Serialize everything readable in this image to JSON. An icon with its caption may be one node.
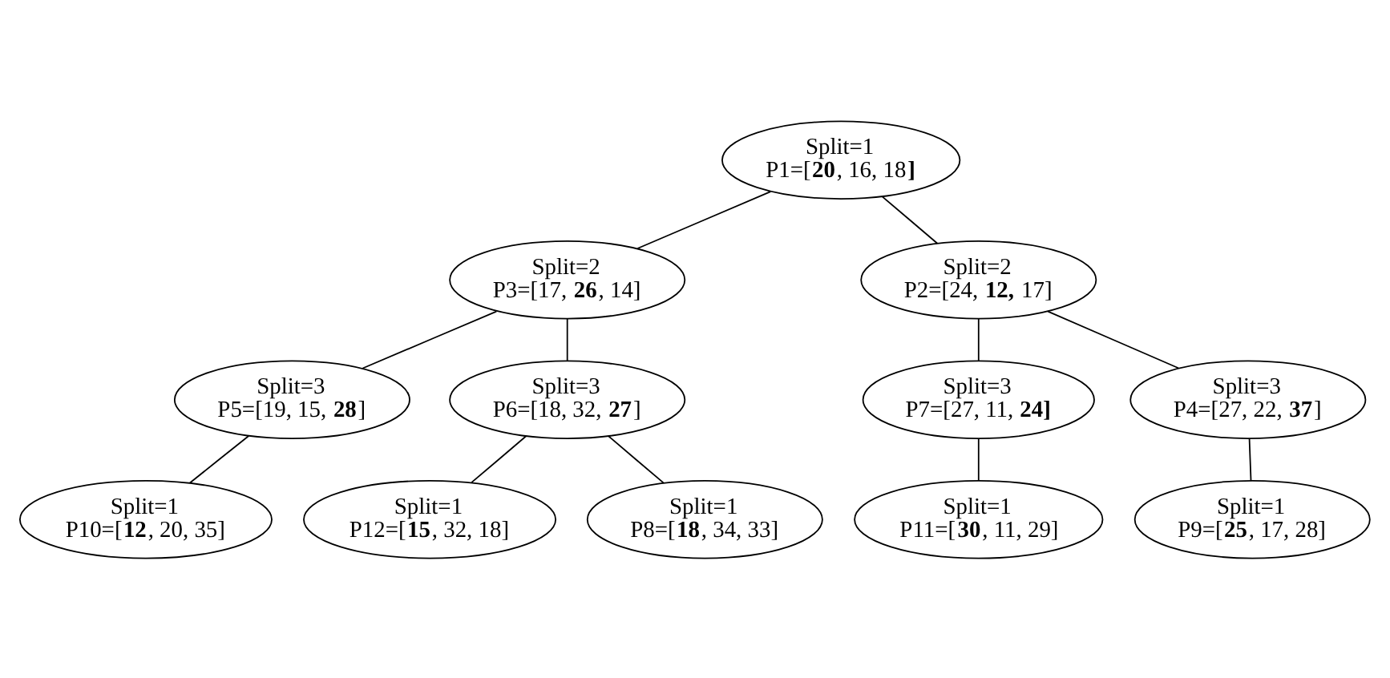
{
  "diagram": {
    "nodes": [
      {
        "text": [
          "Split=1",
          "P1=[**20**, 16, 18**]**"
        ]
      },
      {
        "text": [
          "Split=2",
          "P3=[17, **26**, 14]"
        ]
      },
      {
        "text": [
          "Split=2",
          "P2=[24, **12,** 17]"
        ]
      },
      {
        "text": [
          "Split=3",
          "P5=[19, 15, **28**]"
        ]
      },
      {
        "text": [
          "Split=3",
          "P6=[18, 32, **27**]"
        ]
      },
      {
        "text": [
          "Split=3",
          "P7=[27, 11, **24]**"
        ]
      },
      {
        "text": [
          "Split=3",
          "P4=[27, 22, **37**]"
        ]
      },
      {
        "text": [
          "Split=1",
          "P10=[**12**, 20, 35]"
        ]
      },
      {
        "text": [
          "Split=1",
          "P12=[**15**, 32, 18]"
        ]
      },
      {
        "text": [
          "Split=1",
          "P8=[**18**, 34, 33]"
        ]
      },
      {
        "text": [
          "Split=1",
          "P11=[**30**, 11, 29]"
        ]
      },
      {
        "text": [
          "Split=1",
          "P9=[**25**, 17, 28]"
        ]
      }
    ],
    "edges": [
      {
        "from": 0,
        "to": 1,
        "arrow": "none"
      },
      {
        "from": 0,
        "to": 2,
        "arrow": "none"
      },
      {
        "from": 1,
        "to": 3,
        "arrow": "none"
      },
      {
        "from": 1,
        "to": 4,
        "arrow": "none"
      },
      {
        "from": 2,
        "to": 5,
        "arrow": "none"
      },
      {
        "from": 2,
        "to": 6,
        "arrow": "none"
      },
      {
        "from": 3,
        "to": 7,
        "arrow": "none"
      },
      {
        "from": 4,
        "to": 8,
        "arrow": "none"
      },
      {
        "from": 4,
        "to": 9,
        "arrow": "none"
      },
      {
        "from": 5,
        "to": 10,
        "arrow": "none"
      },
      {
        "from": 6,
        "to": 11,
        "arrow": "none"
      }
    ]
  }
}
